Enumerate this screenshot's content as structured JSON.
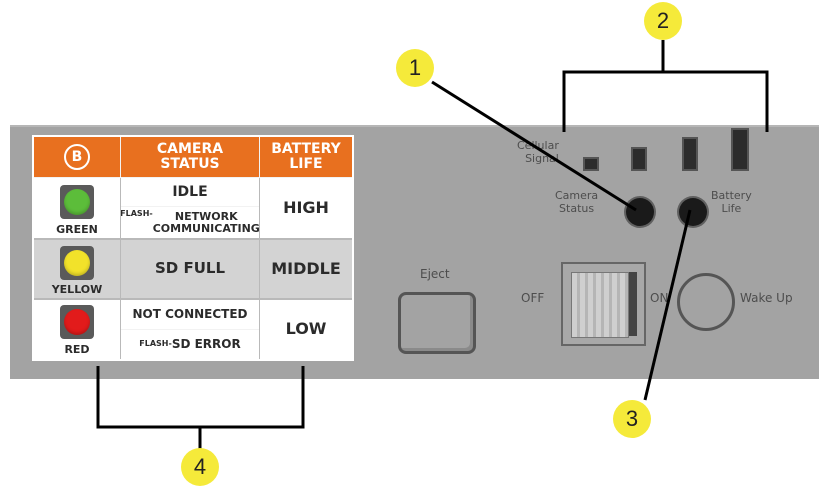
{
  "legend": {
    "brand_icon": "B",
    "headers": {
      "camera_status": "CAMERA\nSTATUS",
      "battery_life": "BATTERY\nLIFE"
    },
    "rows": [
      {
        "color_name": "GREEN",
        "color": "#5cbd3a",
        "status_top": "IDLE",
        "status_bottom_flash": "FLASH-",
        "status_bottom": "NETWORK\nCOMMUNICATING",
        "battery": "HIGH"
      },
      {
        "color_name": "YELLOW",
        "color": "#f2e22a",
        "status": "SD FULL",
        "battery": "MIDDLE"
      },
      {
        "color_name": "RED",
        "color": "#e21b1b",
        "status_top": "NOT CONNECTED",
        "status_bottom_flash": "FLASH-",
        "status_bottom": "SD ERROR",
        "battery": "LOW"
      }
    ]
  },
  "device": {
    "cellular_signal": "Cellular\nSignal",
    "camera_status": "Camera\nStatus",
    "battery_life": "Battery\nLife",
    "eject": "Eject",
    "off": "OFF",
    "on": "ON",
    "wake_up": "Wake Up"
  },
  "callouts": [
    "1",
    "2",
    "3",
    "4"
  ]
}
